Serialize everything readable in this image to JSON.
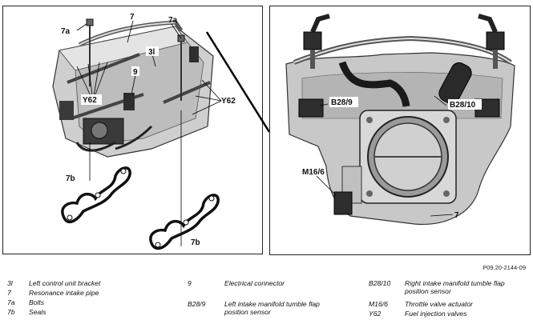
{
  "figure": {
    "reference": "P09.20-2144-09",
    "left_labels": [
      "7a",
      "7",
      "7a",
      "3l",
      "9",
      "Y62",
      "Y62",
      "7b",
      "7b"
    ],
    "right_labels": [
      "B28/9",
      "B28/10",
      "M16/6",
      "7"
    ]
  },
  "legend": [
    {
      "key": "3l",
      "text": "Left control unit bracket"
    },
    {
      "key": "7",
      "text": "Resonance intake pipe"
    },
    {
      "key": "7a",
      "text": "Bolts"
    },
    {
      "key": "7b",
      "text": "Seals"
    },
    {
      "key": "9",
      "text": "Electrical connector"
    },
    {
      "key": "B28/9",
      "text": "Left intake manifold tumble flap position sensor"
    },
    {
      "key": "B28/10",
      "text": "Right intake manifold tumble flap position sensor"
    },
    {
      "key": "M16/6",
      "text": "Throttle valve actuator"
    },
    {
      "key": "Y62",
      "text": "Fuel injection valves"
    }
  ]
}
